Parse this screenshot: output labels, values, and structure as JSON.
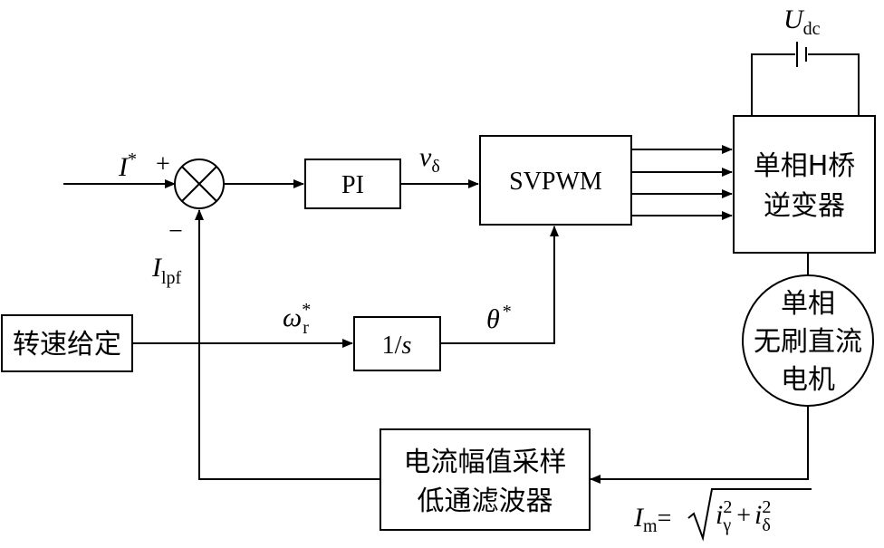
{
  "blocks": {
    "pi": "PI",
    "svpwm": "SVPWM",
    "integrator": {
      "numerator": "1/",
      "variable": "s"
    },
    "speed_ref": "转速给定",
    "inverter": [
      "单相H桥",
      "逆变器"
    ],
    "motor": [
      "单相",
      "无刷直流",
      "电机"
    ],
    "sampler": [
      "电流幅值采样",
      "低通滤波器"
    ]
  },
  "signals": {
    "current_ref": {
      "symbol": "I",
      "sup": "*"
    },
    "plus_sign": "+",
    "minus_sign": "−",
    "feedback": {
      "symbol": "I",
      "sub": "lpf"
    },
    "pi_output": {
      "symbol": "v",
      "sub": "δ"
    },
    "speed_signal": {
      "symbol": "ω",
      "sup": "*",
      "sub": "r"
    },
    "angle": {
      "symbol": "θ",
      "sup": "*"
    },
    "dc_voltage": {
      "symbol": "U",
      "sub": "dc"
    },
    "amplitude": {
      "lhs_symbol": "I",
      "lhs_sub": "m",
      "equals": "=",
      "term1": {
        "symbol": "i",
        "sup": "2",
        "sub": "γ"
      },
      "plus": "+",
      "term2": {
        "symbol": "i",
        "sup": "2",
        "sub": "δ"
      }
    }
  }
}
